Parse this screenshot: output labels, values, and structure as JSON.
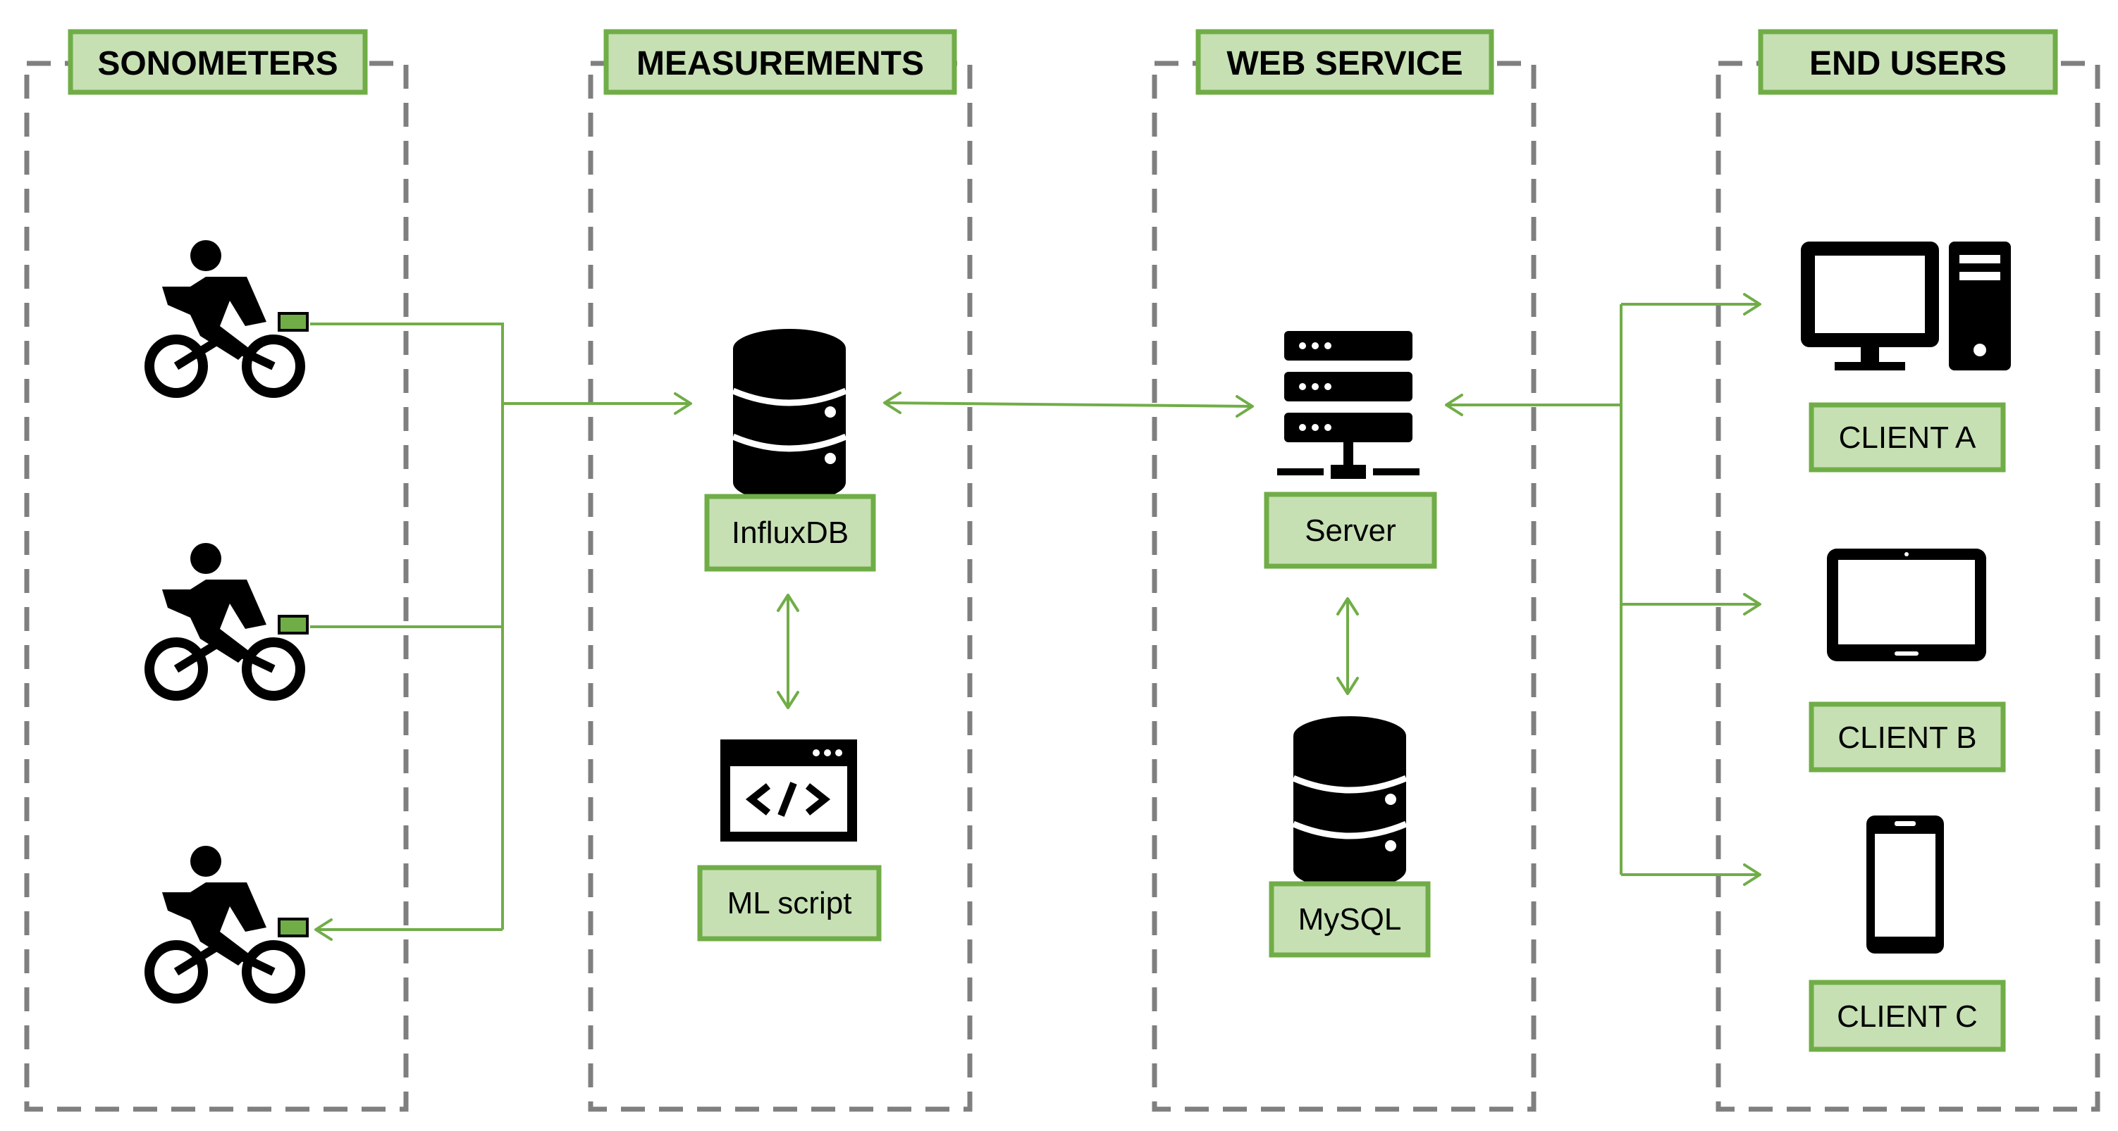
{
  "sections": [
    {
      "title": "SONOMETERS"
    },
    {
      "title": "MEASUREMENTS"
    },
    {
      "title": "WEB SERVICE"
    },
    {
      "title": "END USERS"
    }
  ],
  "nodes": {
    "influxdb": "InfluxDB",
    "ml_script": "ML script",
    "server": "Server",
    "mysql": "MySQL",
    "client_a": "CLIENT A",
    "client_b": "CLIENT B",
    "client_c": "CLIENT C"
  },
  "icons": {
    "sonometers": [
      "cyclist-icon",
      "cyclist-icon",
      "cyclist-icon"
    ],
    "influxdb": "database-icon",
    "ml_script": "code-window-icon",
    "server": "server-rack-icon",
    "mysql": "database-icon",
    "client_a": "desktop-computer-icon",
    "client_b": "tablet-icon",
    "client_c": "smartphone-icon"
  },
  "colors": {
    "accent": "#70ad47",
    "label_fill": "#c6e0b4",
    "frame": "#7f7f7f",
    "icon": "#000000"
  }
}
